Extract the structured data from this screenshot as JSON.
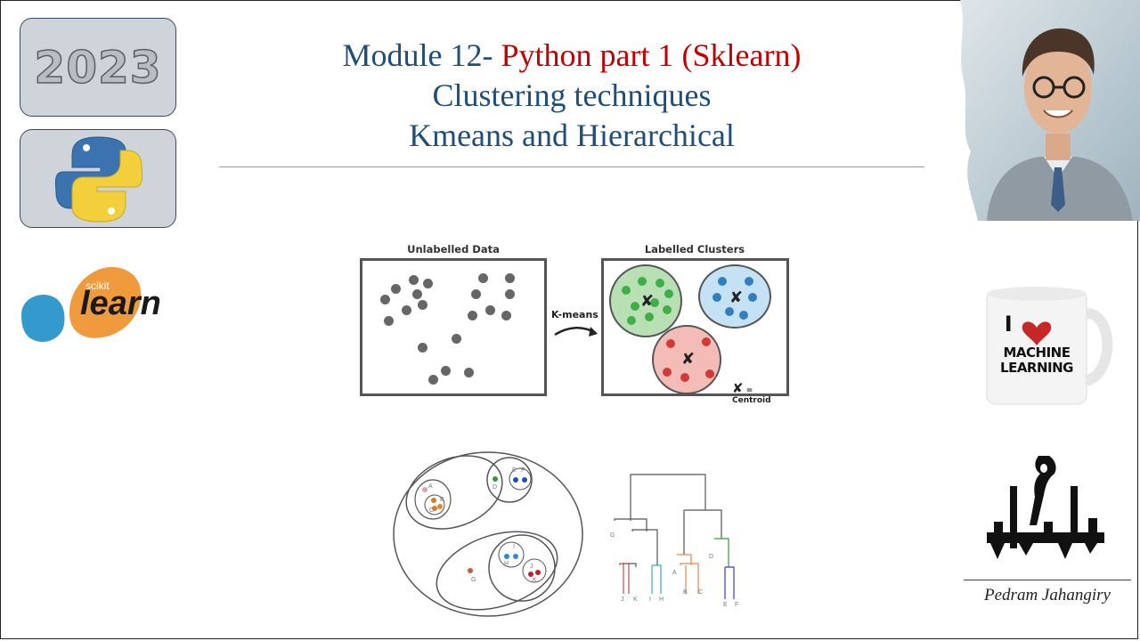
{
  "badges": {
    "year": "2023"
  },
  "title": {
    "line1_blue": "Module 12- ",
    "line1_red": "Python part 1 (Sklearn)",
    "line2": "Clustering techniques",
    "line3": "Kmeans and Hierarchical"
  },
  "logos": {
    "scikit_small": "scikit",
    "scikit_big": "learn"
  },
  "kmeans_figure": {
    "left_label": "Unlabelled Data",
    "right_label": "Labelled Clusters",
    "arrow_label": "K-means",
    "centroid_key": "= Centroid",
    "cluster_colors": {
      "green": "#3fae49",
      "blue": "#2f7fc1",
      "red": "#d33a36"
    }
  },
  "hierarchical_figure": {
    "venn_letters": [
      "A",
      "B",
      "C",
      "D",
      "E",
      "F",
      "G",
      "H",
      "I",
      "J",
      "K"
    ],
    "dendrogram_leaves": [
      "J",
      "K",
      "I",
      "H",
      "A",
      "B",
      "C",
      "E",
      "F"
    ],
    "dendrogram_side_labels": [
      "G",
      "D"
    ]
  },
  "mug": {
    "line1": "I",
    "line2": "MACHINE",
    "line3": "LEARNING"
  },
  "signature": "Pedram Jahangiry"
}
